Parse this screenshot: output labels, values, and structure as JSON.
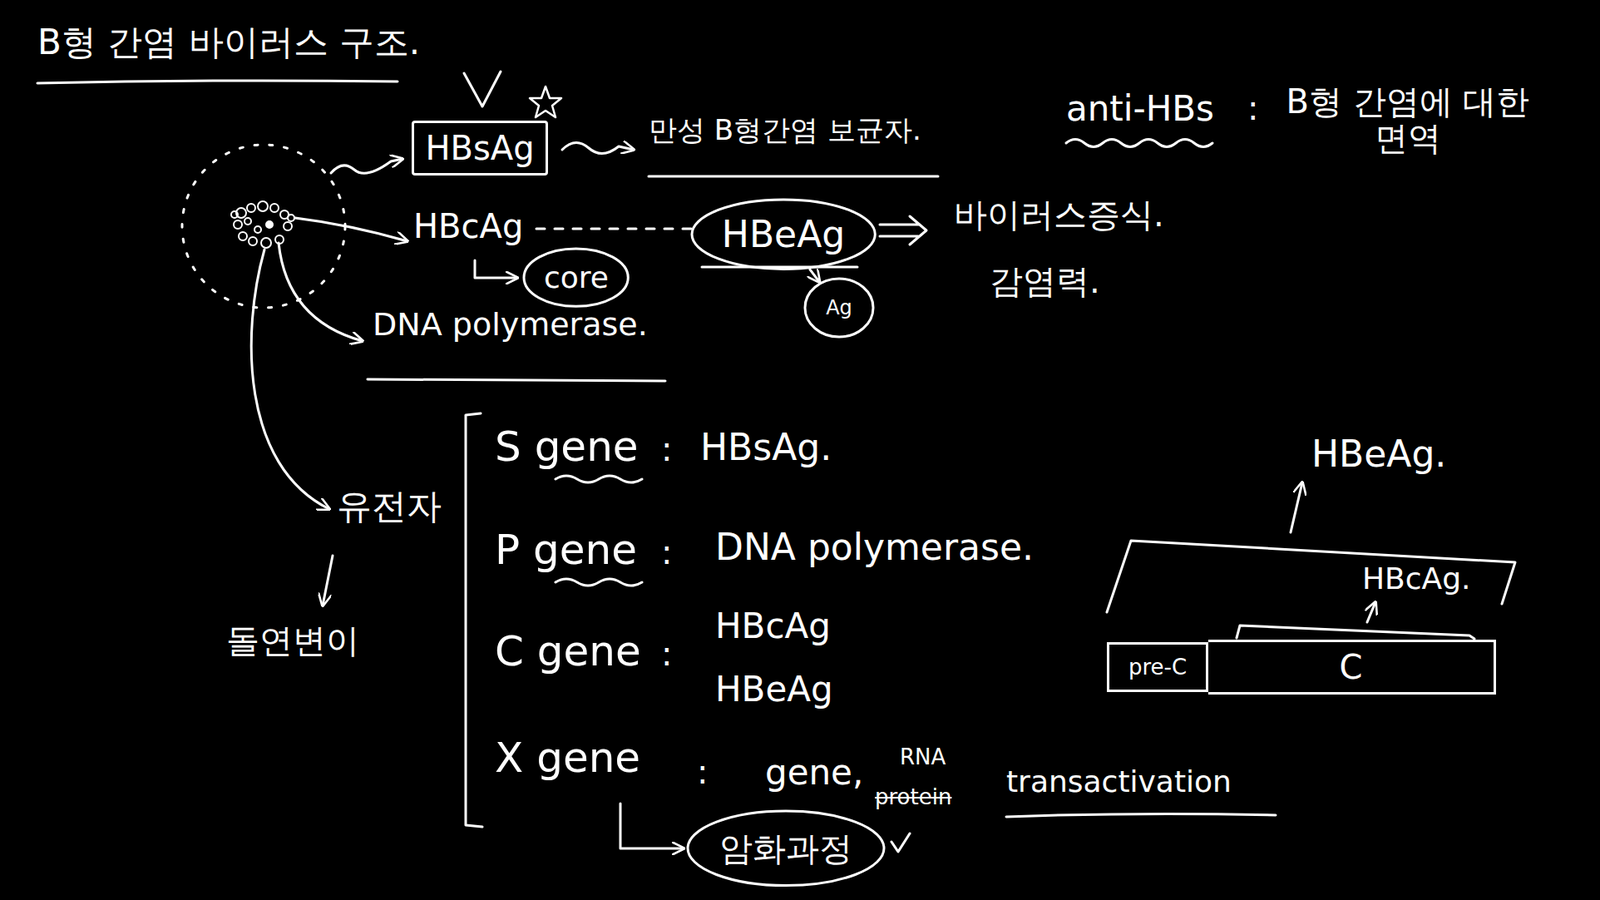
{
  "diagram": {
    "title": "B형 간염 바이러스 구조.",
    "nodes": [
      {
        "text": [
          "HBsAg"
        ]
      },
      {
        "text": [
          "HBeAg"
        ]
      },
      {
        "text": [
          "core"
        ]
      },
      {
        "text": [
          "Ag"
        ]
      },
      {
        "text": [
          "pre-C"
        ]
      },
      {
        "text": [
          "C"
        ]
      },
      {
        "text": [
          "암화과정"
        ]
      }
    ],
    "edges": [
      {
        "from": 1,
        "to": 3,
        "arrow": "to"
      }
    ],
    "labels": [
      "anti-HBs",
      ":",
      "B형 간염에 대한 면역",
      "만성 B형간염 보균자.",
      "HBcAg",
      "바이러스증식.",
      "감염력.",
      "DNA polymerase.",
      "HBeAg.",
      "유전자",
      "S gene",
      ":",
      "HBsAg.",
      "P gene",
      ":",
      "DNA polymerase.",
      "HBcAg.",
      "C gene",
      ":",
      "HBcAg",
      "HBeAg",
      "돌연변이",
      "RNA",
      "X gene",
      ":",
      "gene,",
      "protein",
      "transactivation"
    ]
  }
}
